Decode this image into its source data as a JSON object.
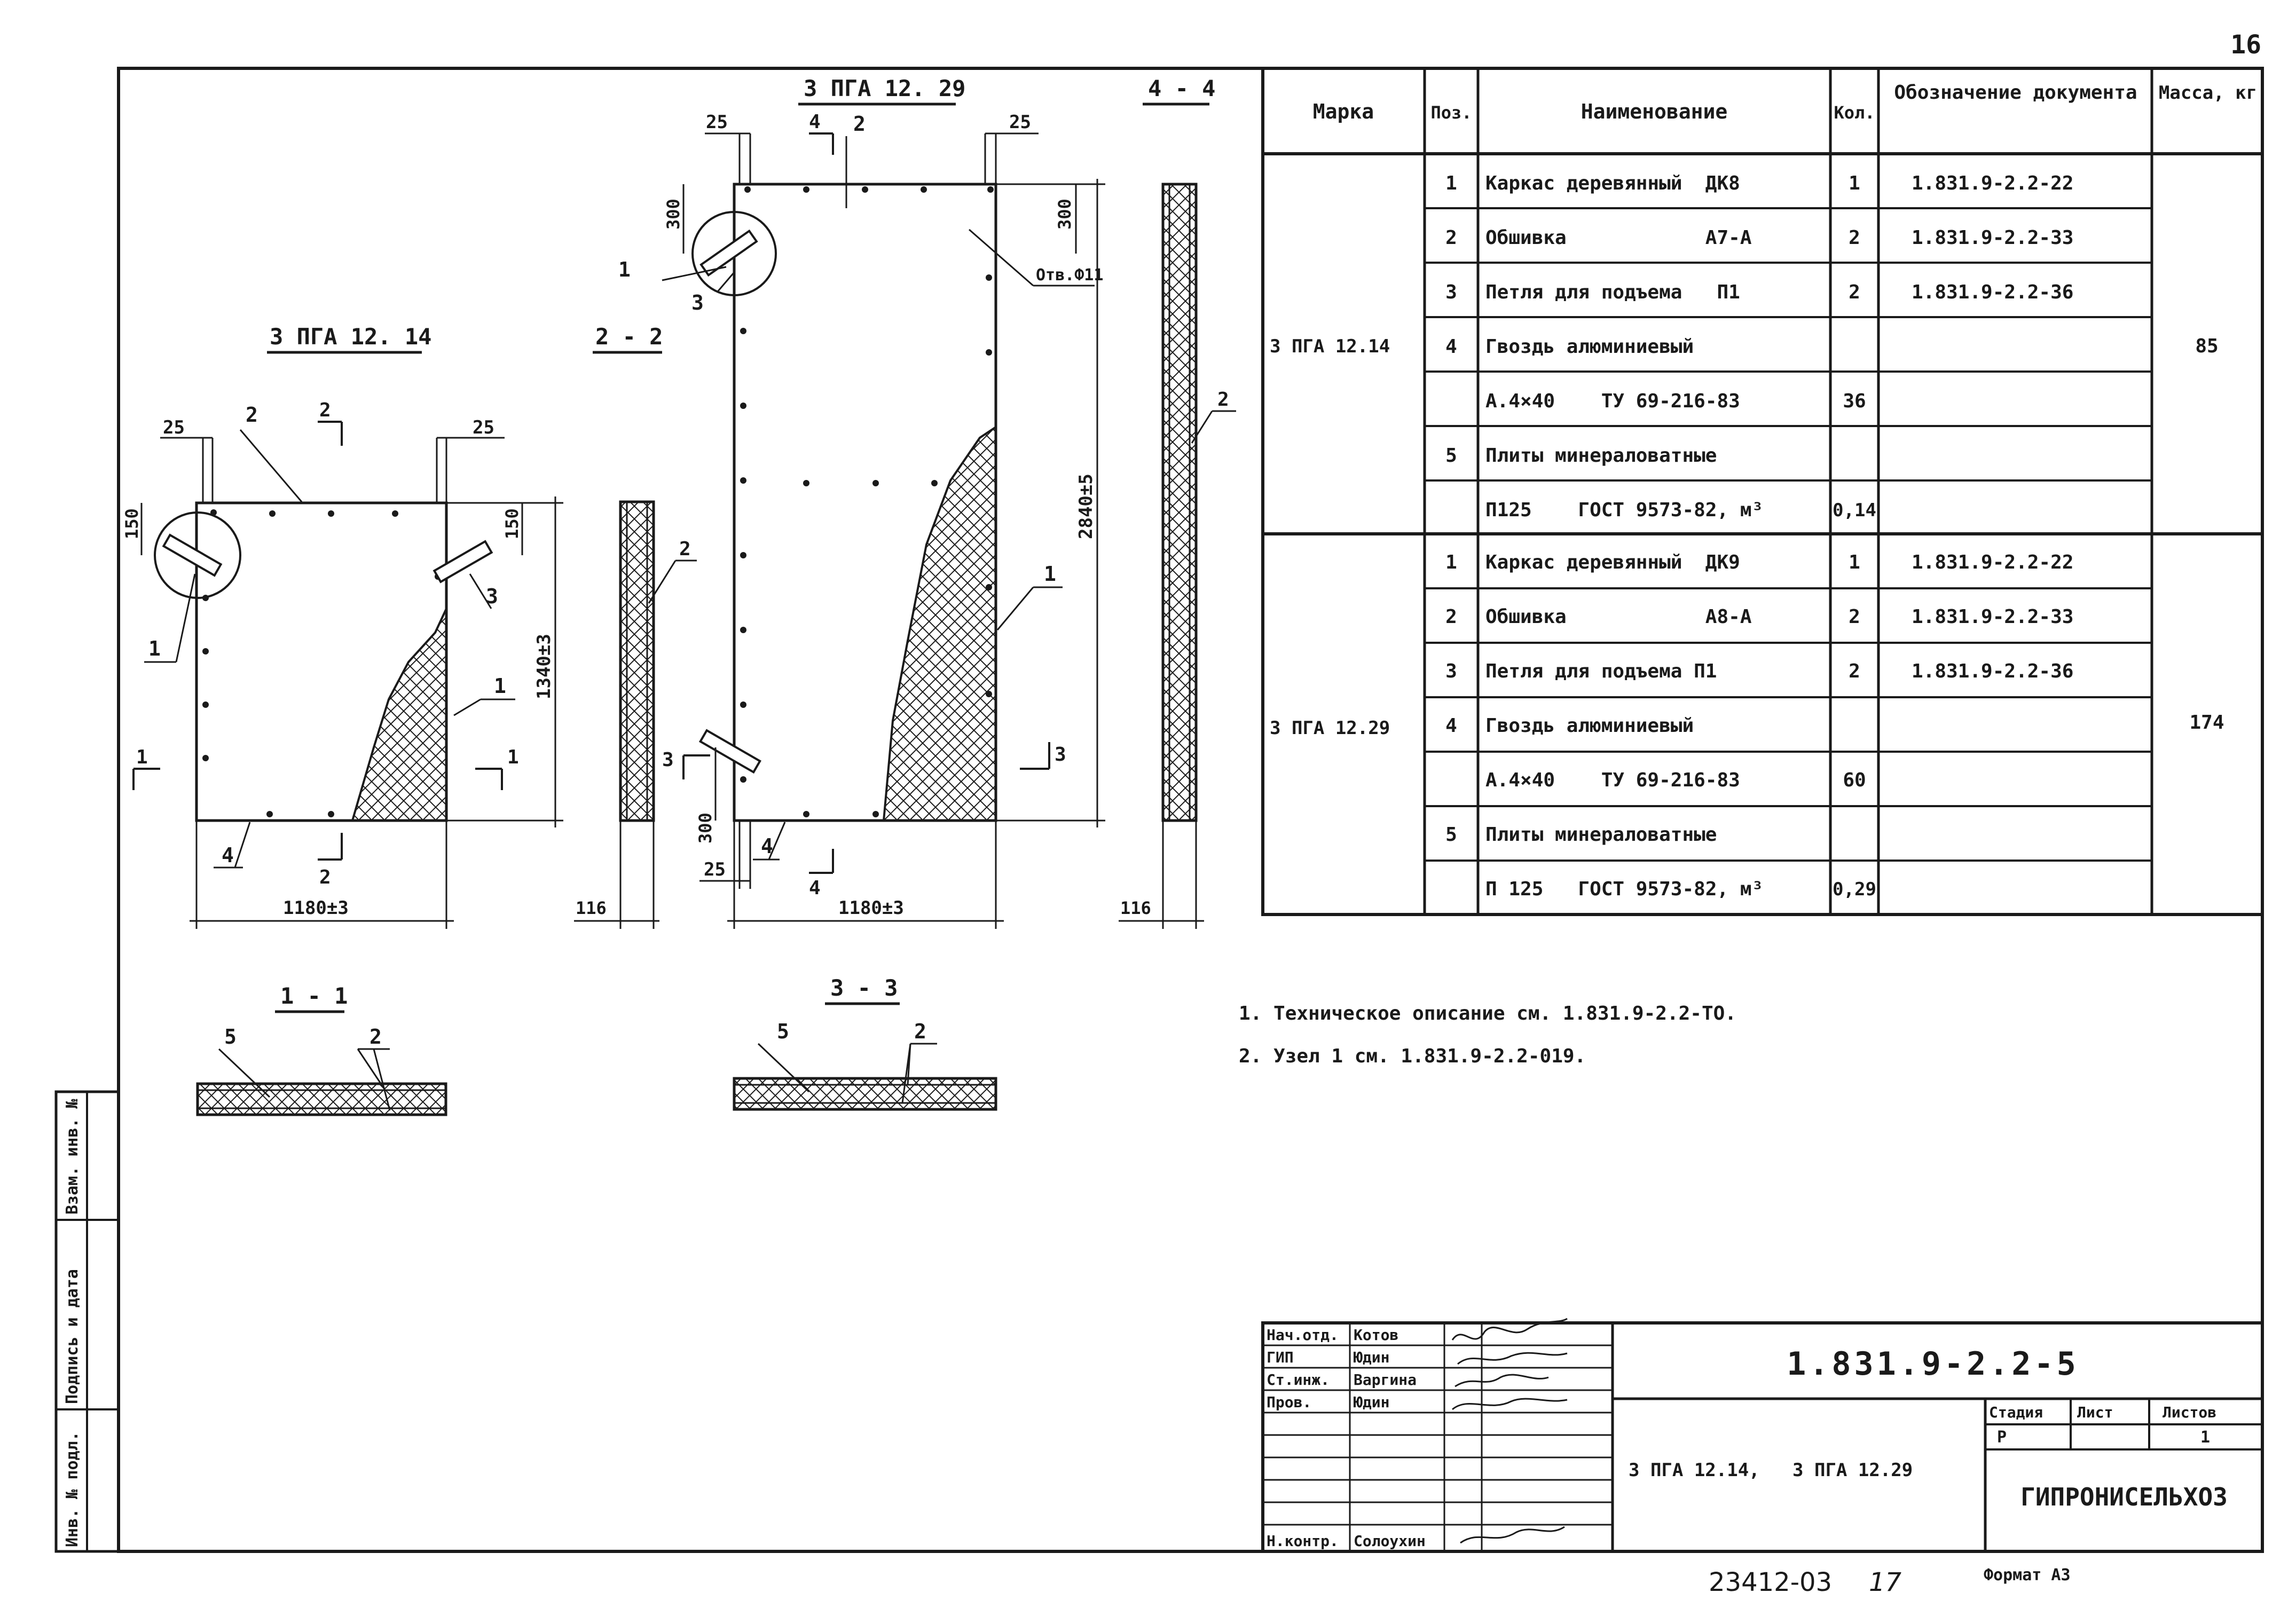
{
  "sheet_number": "16",
  "archive_number": "23412-03",
  "archive_number_suffix": "17",
  "format_label": "Формат А3",
  "side_stamp": {
    "cells": [
      "Инв. № подл.",
      "Подпись и дата",
      "Взам. инв. №"
    ]
  },
  "drawings": {
    "panel_small": {
      "title": "3 ПГА 12. 14",
      "dim_width": "1180±3",
      "dim_height": "1340±3",
      "dim_edge_left": "25",
      "dim_edge_right": "25",
      "dim_loop_left": "150",
      "dim_loop_right": "150",
      "callouts": [
        "1",
        "2",
        "3",
        "4",
        "1",
        "2"
      ],
      "section_marks": {
        "s1_left": "1",
        "s1_right": "1",
        "s2_top": "2",
        "s2_bottom": "2"
      }
    },
    "section_2_2": {
      "title": "2 - 2",
      "dim_thickness": "116",
      "callout": "2"
    },
    "panel_large": {
      "title": "3 ПГА 12. 29",
      "dim_width": "1180±3",
      "dim_height": "2840±5",
      "dim_edge_left": "25",
      "dim_edge_right": "25",
      "dim_edge_bottom": "25",
      "dim_loop_left": "300",
      "dim_loop_right": "300",
      "dim_loop_bottom": "300",
      "hole_label": "Отв.Ф11",
      "callouts": [
        "1",
        "2",
        "3",
        "4",
        "1"
      ],
      "section_marks": {
        "s3_left": "3",
        "s3_right": "3",
        "s4_top": "4",
        "s4_bottom": "4"
      }
    },
    "section_4_4": {
      "title": "4 - 4",
      "dim_thickness": "116",
      "callout": "2"
    },
    "section_1_1": {
      "title": "1 - 1",
      "callouts": [
        "5",
        "2"
      ]
    },
    "section_3_3": {
      "title": "3 - 3",
      "callouts": [
        "5",
        "2"
      ]
    }
  },
  "spec_table": {
    "headers": [
      "Марка",
      "Поз.",
      "Наименование",
      "Кол.",
      "Обозначение документа",
      "Масса, кг"
    ],
    "groups": [
      {
        "mark": "3 ПГА 12.14",
        "mass": "85",
        "rows": [
          {
            "pos": "1",
            "name": "Каркас деревянный  ДК8",
            "qty": "1",
            "doc": "1.831.9-2.2-22"
          },
          {
            "pos": "2",
            "name": "Обшивка            А7-А",
            "qty": "2",
            "doc": "1.831.9-2.2-33"
          },
          {
            "pos": "3",
            "name": "Петля для подъема   П1",
            "qty": "2",
            "doc": "1.831.9-2.2-36"
          },
          {
            "pos": "4",
            "name": "Гвоздь алюминиевый",
            "qty": "",
            "doc": ""
          },
          {
            "pos": "",
            "name": "А.4×40    ТУ 69-216-83",
            "qty": "36",
            "doc": ""
          },
          {
            "pos": "5",
            "name": "Плиты минераловатные",
            "qty": "",
            "doc": ""
          },
          {
            "pos": "",
            "name": "П125    ГОСТ 9573-82, м³",
            "qty": "0,14",
            "doc": ""
          }
        ]
      },
      {
        "mark": "3 ПГА 12.29",
        "mass": "174",
        "rows": [
          {
            "pos": "1",
            "name": "Каркас деревянный  ДК9",
            "qty": "1",
            "doc": "1.831.9-2.2-22"
          },
          {
            "pos": "2",
            "name": "Обшивка            А8-А",
            "qty": "2",
            "doc": "1.831.9-2.2-33"
          },
          {
            "pos": "3",
            "name": "Петля для подъема П1",
            "qty": "2",
            "doc": "1.831.9-2.2-36"
          },
          {
            "pos": "4",
            "name": "Гвоздь алюминиевый",
            "qty": "",
            "doc": ""
          },
          {
            "pos": "",
            "name": "А.4×40    ТУ 69-216-83",
            "qty": "60",
            "doc": ""
          },
          {
            "pos": "5",
            "name": "Плиты минераловатные",
            "qty": "",
            "doc": ""
          },
          {
            "pos": "",
            "name": "П 125   ГОСТ 9573-82, м³",
            "qty": "0,29",
            "doc": ""
          }
        ]
      }
    ]
  },
  "notes": [
    "1. Техническое описание см. 1.831.9-2.2-ТО.",
    "2. Узел 1 см. 1.831.9-2.2-019."
  ],
  "title_block": {
    "designation": "1.831.9-2.2-5",
    "product_names": "3 ПГА 12.14,   3 ПГА 12.29",
    "organization": "ГИПРОНИСЕЛЬХОЗ",
    "stage_header": "Стадия",
    "sheet_header": "Лист",
    "sheets_header": "Листов",
    "stage_value": "Р",
    "sheet_value": "",
    "sheets_value": "1",
    "signatures": [
      {
        "role": "Нач.отд.",
        "name": "Котов"
      },
      {
        "role": "ГИП",
        "name": "Юдин"
      },
      {
        "role": "Ст.инж.",
        "name": "Варгина"
      },
      {
        "role": "Пров.",
        "name": "Юдин"
      },
      {
        "role": "",
        "name": ""
      },
      {
        "role": "",
        "name": ""
      },
      {
        "role": "Н.контр.",
        "name": "Солоухин"
      }
    ]
  }
}
